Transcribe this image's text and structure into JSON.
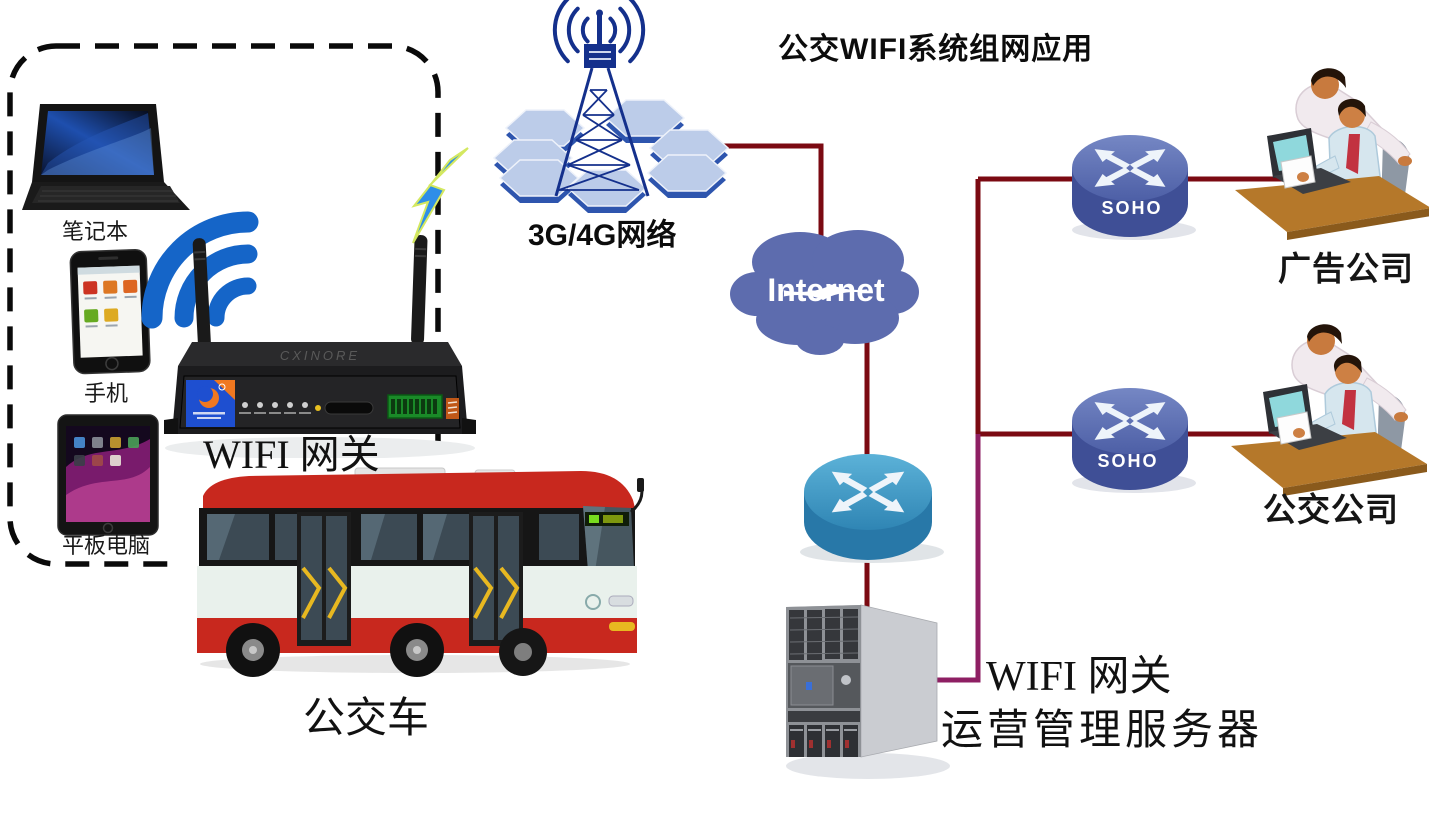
{
  "title": "公交WIFI系统组网应用",
  "labels": {
    "laptop": "笔记本",
    "phone": "手机",
    "tablet": "平板电脑",
    "wifi_gateway": "WIFI 网关",
    "bus": "公交车",
    "network_3g4g": "3G/4G网络",
    "internet": "Internet",
    "soho": "SOHO",
    "server_line1": "WIFI 网关",
    "server_line2": "运营管理服务器",
    "ad_company": "广告公司",
    "bus_company": "公交公司",
    "router_brand": "CXINORE"
  },
  "colors": {
    "line_red": "#7b0a12",
    "line_magenta": "#8e1f63",
    "cloud_blue": "#5d6cae",
    "soho_blue": "#5e72b8",
    "router_teal": "#3f9cc8",
    "tower_blue": "#14308c",
    "hex_fill": "#bccce9",
    "hex_edge": "#2e55ae",
    "bus_red": "#c8281e",
    "lightning_blue": "#2e8ee8"
  }
}
